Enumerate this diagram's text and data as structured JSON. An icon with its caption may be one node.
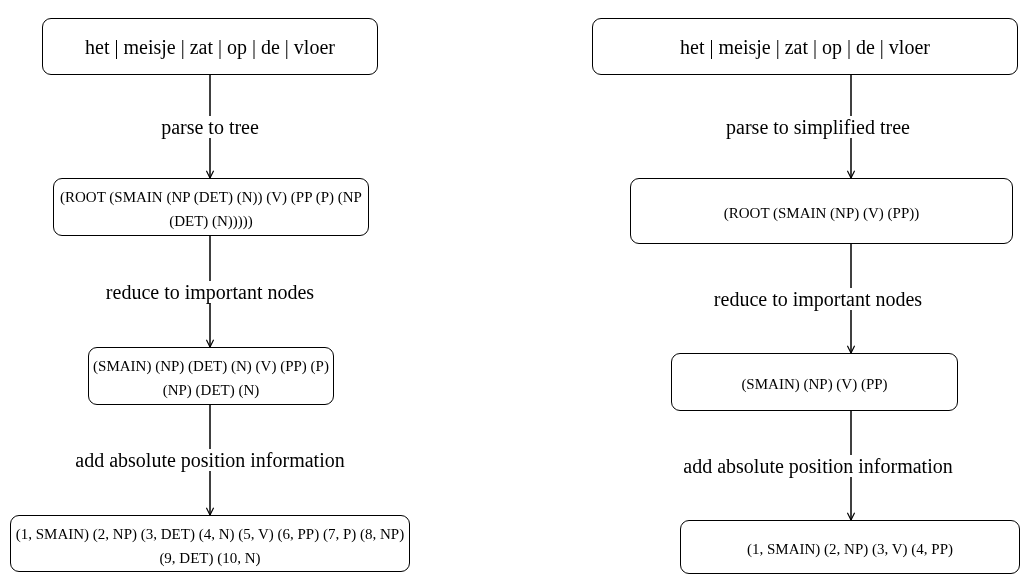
{
  "diagram": {
    "nodes": [
      {
        "text": [
          "het | meisje | zat | op | de | vloer"
        ]
      },
      {
        "text": [
          "(ROOT (SMAIN (NP (DET) (N)) (V) (PP (P) (NP (DET) (N)))))"
        ]
      },
      {
        "text": [
          "(SMAIN) (NP) (DET) (N) (V) (PP) (P) (NP) (DET) (N)"
        ]
      },
      {
        "text": [
          "(1, SMAIN) (2, NP) (3, DET) (4, N) (5, V) (6, PP) (7, P) (8, NP) (9, DET) (10, N)"
        ]
      },
      {
        "text": [
          "het | meisje | zat | op | de | vloer"
        ]
      },
      {
        "text": [
          "(ROOT (SMAIN (NP) (V) (PP))"
        ]
      },
      {
        "text": [
          "(SMAIN) (NP) (V) (PP)"
        ]
      },
      {
        "text": [
          "(1, SMAIN) (2, NP) (3, V) (4, PP)"
        ]
      }
    ],
    "edges": [
      {
        "from": 0,
        "to": 1,
        "arrow": "to",
        "label": "parse to tree"
      },
      {
        "from": 1,
        "to": 2,
        "arrow": "to",
        "label": "reduce to important nodes"
      },
      {
        "from": 2,
        "to": 3,
        "arrow": "to",
        "label": "add absolute position information"
      },
      {
        "from": 4,
        "to": 5,
        "arrow": "to",
        "label": "parse to simplified tree"
      },
      {
        "from": 5,
        "to": 6,
        "arrow": "to",
        "label": "reduce to important nodes"
      },
      {
        "from": 6,
        "to": 7,
        "arrow": "to",
        "label": "add absolute position information"
      }
    ]
  }
}
